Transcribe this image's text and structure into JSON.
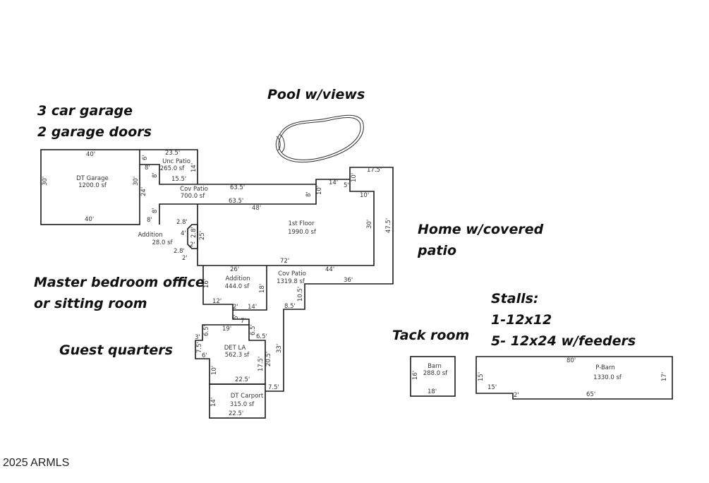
{
  "notes": {
    "pool": "Pool w/views",
    "garage_1": "3 car garage",
    "garage_2": "2 garage doors",
    "home_1": "Home w/covered",
    "home_2": "patio",
    "master_1": "Master bedroom office",
    "master_2": "or sitting room",
    "guest": "Guest quarters",
    "tack": "Tack room",
    "stalls_1": "Stalls:",
    "stalls_2": "1-12x12",
    "stalls_3": "5- 12x24 w/feeders"
  },
  "rooms": {
    "garage": {
      "name": "DT Garage",
      "area": "1200.0 sf",
      "dims": [
        "40'",
        "30'",
        "40'",
        "30'"
      ]
    },
    "unc_patio": {
      "name": "Unc Patio",
      "area": "265.0 sf",
      "dims": [
        "23.5'",
        "14'",
        "15.5'",
        "6'",
        "8'",
        "8'"
      ]
    },
    "cov_patio_1": {
      "name": "Cov Patio",
      "area": "700.0 sf",
      "dims": [
        "63.5'",
        "63.5'",
        "24'",
        "8'",
        "8'"
      ]
    },
    "addition_small": {
      "name": "Addition",
      "area": "28.0 sf",
      "dims": [
        "4'",
        "2.8'",
        "2.8'",
        "2'",
        "2.8'",
        "2'"
      ]
    },
    "first_floor": {
      "name": "1st Floor",
      "area": "1990.0 sf",
      "dims": [
        "48'",
        "8'",
        "10'",
        "14'",
        "5'",
        "10'",
        "10'",
        "30'",
        "72'",
        "25'"
      ]
    },
    "cov_patio_2": {
      "name": "Cov Patio",
      "area": "1319.8 sf",
      "dims": [
        "17.5'",
        "47.5'",
        "44'",
        "36'",
        "10.5'",
        "8.5'",
        "33'",
        "7.5'"
      ]
    },
    "addition": {
      "name": "Addition",
      "area": "444.0 sf",
      "dims": [
        "26'",
        "16'",
        "18'",
        "12'",
        "2'",
        "14'"
      ]
    },
    "det_la": {
      "name": "DET LA",
      "area": "562.3 sf",
      "dims": [
        "6'",
        "7'",
        "19'",
        "6.5'",
        "6.5'",
        "3'",
        "6.5'",
        "7.5'",
        "6'",
        "10'",
        "17.5'",
        "20.5'",
        "22.5'"
      ]
    },
    "carport": {
      "name": "DT Carport",
      "area": "315.0 sf",
      "dims": [
        "14'",
        "22.5'"
      ]
    },
    "barn": {
      "name": "Barn",
      "area": "288.0 sf",
      "dims": [
        "16'",
        "18'"
      ]
    },
    "p_barn": {
      "name": "P-Barn",
      "area": "1330.0 sf",
      "dims": [
        "80'",
        "15'",
        "15'",
        "2'",
        "65'",
        "17'"
      ]
    }
  },
  "copyright": "2025 ARMLS"
}
